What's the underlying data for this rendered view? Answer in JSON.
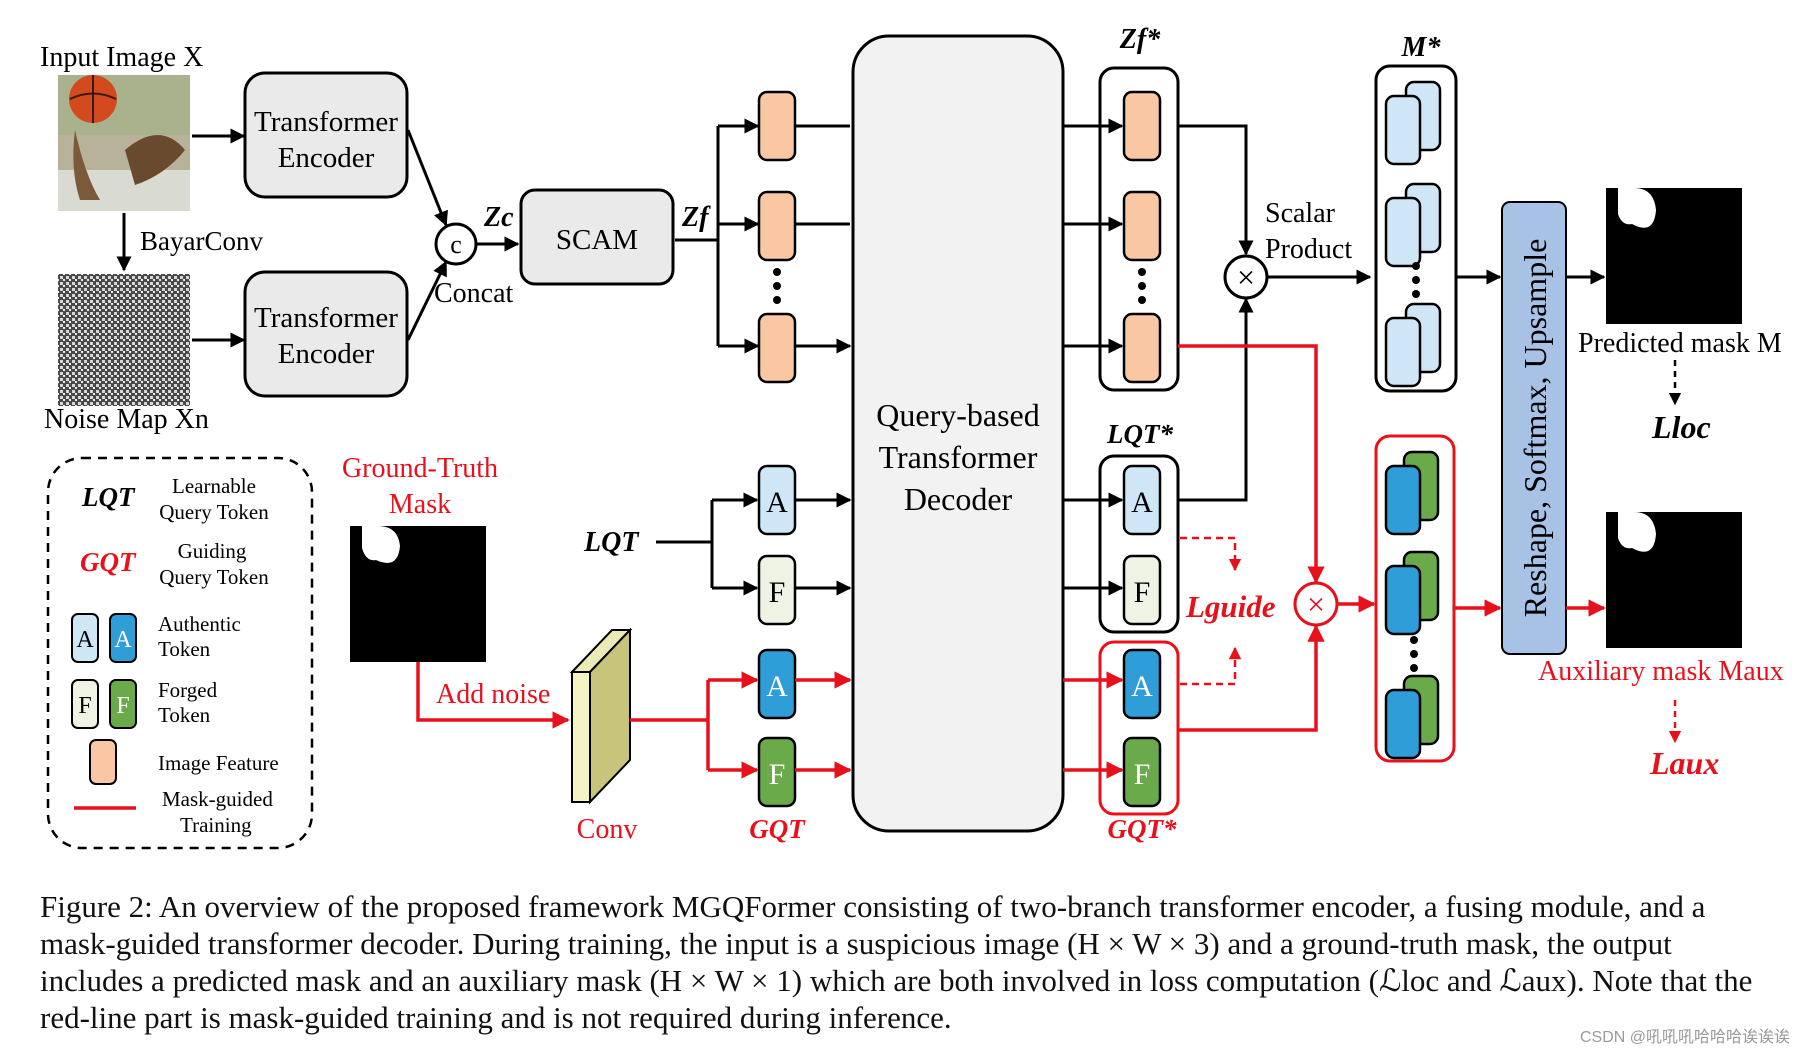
{
  "labels": {
    "input_image": "Input Image X",
    "bayarconv": "BayarConv",
    "noise_map": "Noise Map Xn",
    "transformer_encoder_line1": "Transformer",
    "transformer_encoder_line2": "Encoder",
    "concat_symbol": "c",
    "concat": "Concat",
    "zc": "Zc",
    "scam": "SCAM",
    "zf": "Zf",
    "zf_star": "Zf*",
    "decoder_line1": "Query-based",
    "decoder_line2": "Transformer",
    "decoder_line3": "Decoder",
    "m_star": "M*",
    "scalar_line1": "Scalar",
    "scalar_line2": "Product",
    "reshape": "Reshape, Softmax, Upsample",
    "predicted_mask": "Predicted mask M",
    "l_loc": "Lloc",
    "lqt_star": "LQT*",
    "lqt_input": "LQT",
    "l_guide": "Lguide",
    "auxiliary_mask": "Auxiliary mask Maux",
    "l_aux": "Laux",
    "gt_mask_line1": "Ground-Truth",
    "gt_mask_line2": "Mask",
    "add_noise": "Add noise",
    "conv": "Conv",
    "gqt": "GQT",
    "gqt_star": "GQT*",
    "token_a": "A",
    "token_f": "F",
    "multiply_symbol": "×"
  },
  "legend": {
    "lqt_symbol": "LQT",
    "lqt_line1": "Learnable",
    "lqt_line2": "Query Token",
    "gqt_symbol": "GQT",
    "gqt_line1": "Guiding",
    "gqt_line2": "Query Token",
    "authentic_line1": "Authentic",
    "authentic_line2": "Token",
    "forged_line1": "Forged",
    "forged_line2": "Token",
    "image_feature": "Image Feature",
    "mask_line1": "Mask-guided",
    "mask_line2": "Training"
  },
  "caption": "Figure 2: An overview of the proposed framework MGQFormer consisting of two-branch transformer encoder, a fusing module, and a mask-guided transformer decoder. During training, the input is a suspicious image (H × W × 3) and a ground-truth mask, the output includes a predicted mask and an auxiliary mask (H × W × 1) which are both involved in loss computation (ℒloc and ℒaux). Note that the red-line part is mask-guided training and is not required during inference.",
  "watermark": "CSDN @吼吼吼哈哈哈诶诶诶",
  "colors": {
    "red": "#e8111b",
    "image_feature": "#f9c7a3",
    "authentic_light": "#cfe6f6",
    "authentic_dark": "#2f9ed8",
    "forged_light": "#eef3e4",
    "forged_dark": "#6aaa4a",
    "decoder_fill": "#f2f2f2",
    "reshape_fill": "#a7c2e4",
    "conv_fill": "#d6d58c"
  }
}
